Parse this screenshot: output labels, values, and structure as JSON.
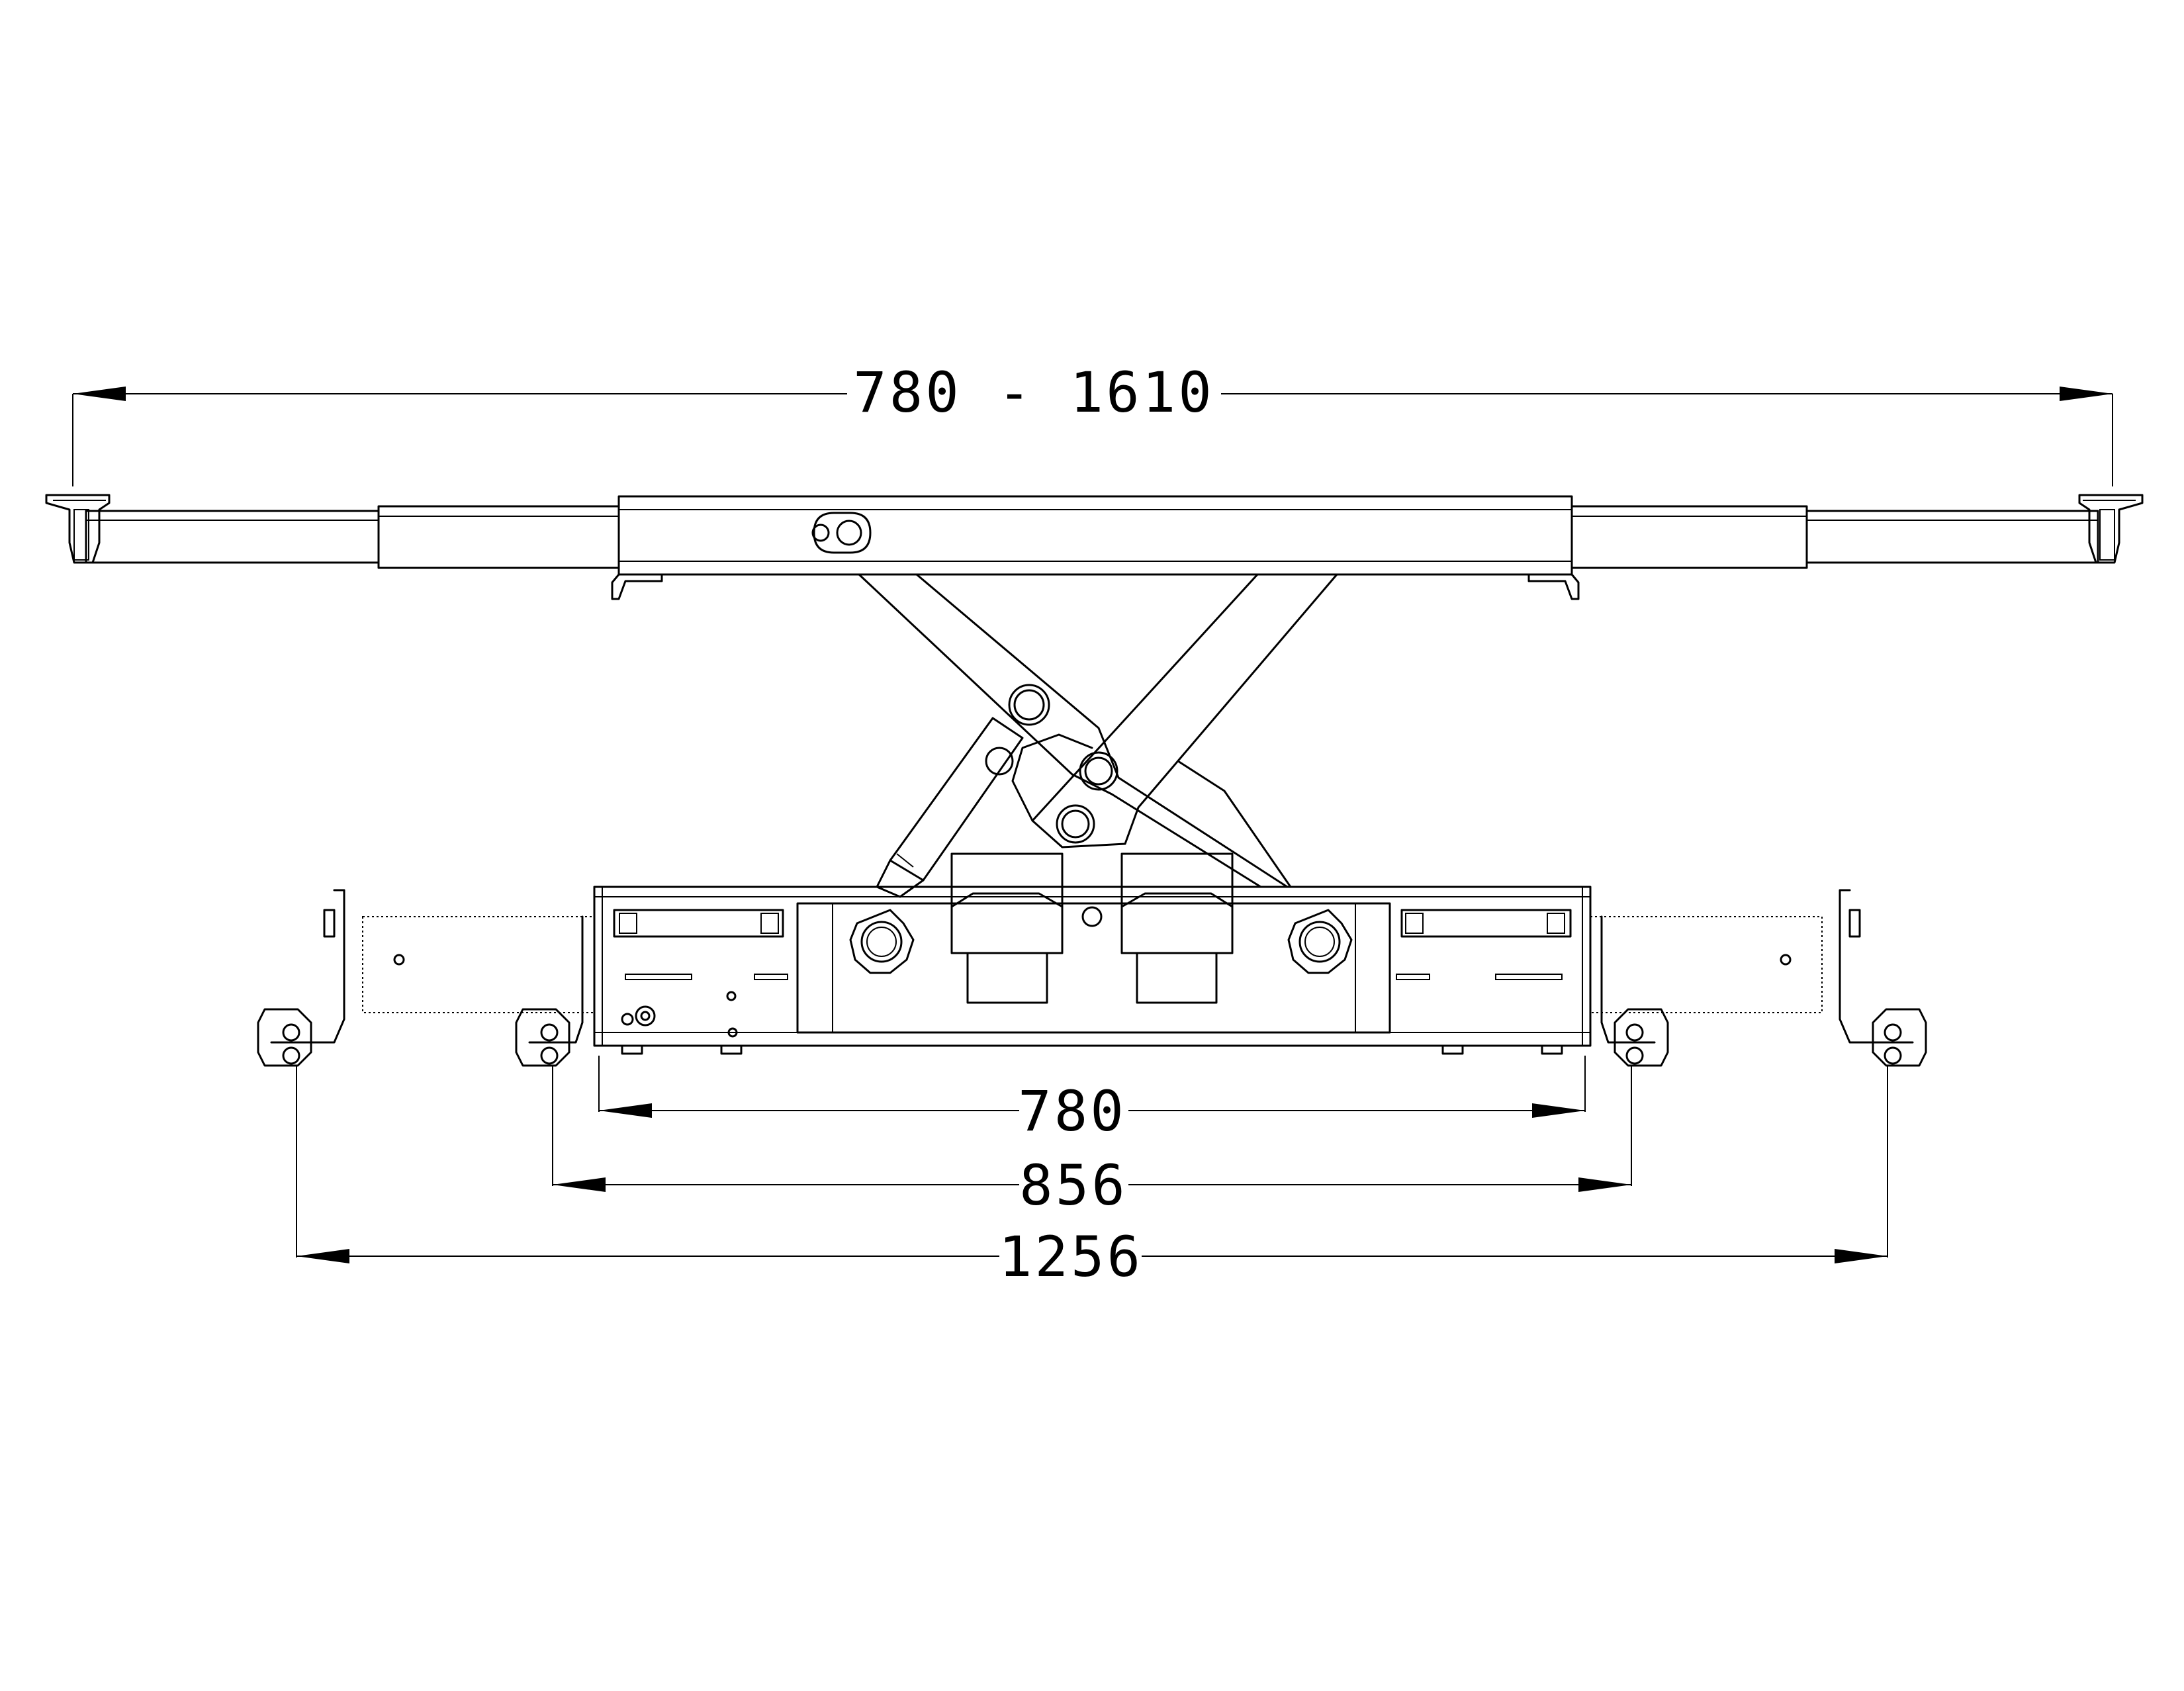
{
  "dimensions": {
    "top_range": "780  -  1610",
    "inner_width": "780",
    "mid_width": "856",
    "outer_width": "1256"
  }
}
